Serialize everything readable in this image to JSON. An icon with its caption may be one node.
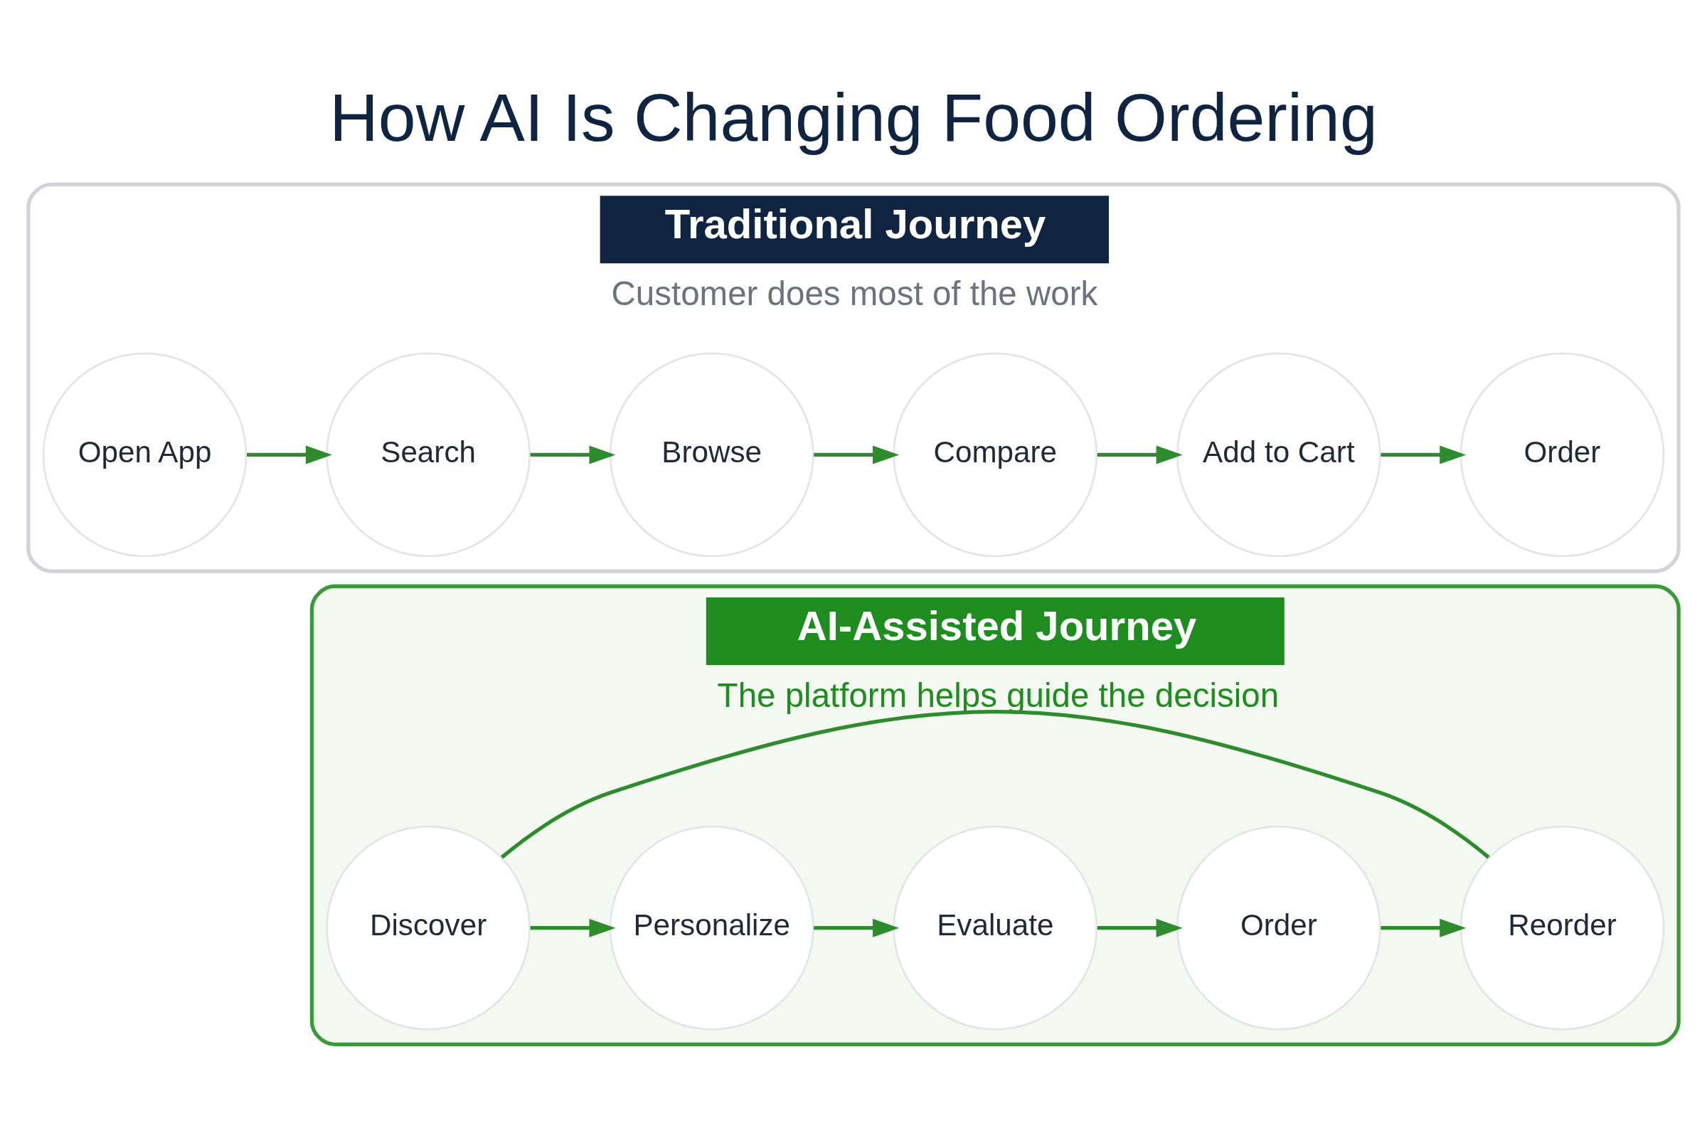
{
  "diagram": {
    "title": "How AI Is Changing Food Ordering",
    "nodes": [
      {
        "text": [
          "Traditional Journey",
          "Customer does most of the work"
        ]
      },
      {
        "text": [
          "Open App"
        ],
        "in": 0
      },
      {
        "text": [
          "Search"
        ],
        "in": 0
      },
      {
        "text": [
          "Browse"
        ],
        "in": 0
      },
      {
        "text": [
          "Compare"
        ],
        "in": 0
      },
      {
        "text": [
          "Add to Cart"
        ],
        "in": 0
      },
      {
        "text": [
          "Order"
        ],
        "in": 0
      },
      {
        "text": [
          "AI-Assisted Journey",
          "The platform helps guide the decision"
        ]
      },
      {
        "text": [
          "Discover"
        ],
        "in": 7
      },
      {
        "text": [
          "Personalize"
        ],
        "in": 7
      },
      {
        "text": [
          "Evaluate"
        ],
        "in": 7
      },
      {
        "text": [
          "Order"
        ],
        "in": 7
      },
      {
        "text": [
          "Reorder"
        ],
        "in": 7
      }
    ],
    "edges": [
      {
        "from": 1,
        "to": 2,
        "arrow": "to"
      },
      {
        "from": 2,
        "to": 3,
        "arrow": "to"
      },
      {
        "from": 3,
        "to": 4,
        "arrow": "to"
      },
      {
        "from": 4,
        "to": 5,
        "arrow": "to"
      },
      {
        "from": 5,
        "to": 6,
        "arrow": "to"
      },
      {
        "from": 8,
        "to": 9,
        "arrow": "to"
      },
      {
        "from": 9,
        "to": 10,
        "arrow": "to"
      },
      {
        "from": 10,
        "to": 11,
        "arrow": "to"
      },
      {
        "from": 11,
        "to": 12,
        "arrow": "to"
      },
      {
        "from": 12,
        "to": 8,
        "arrow": "none"
      }
    ]
  }
}
